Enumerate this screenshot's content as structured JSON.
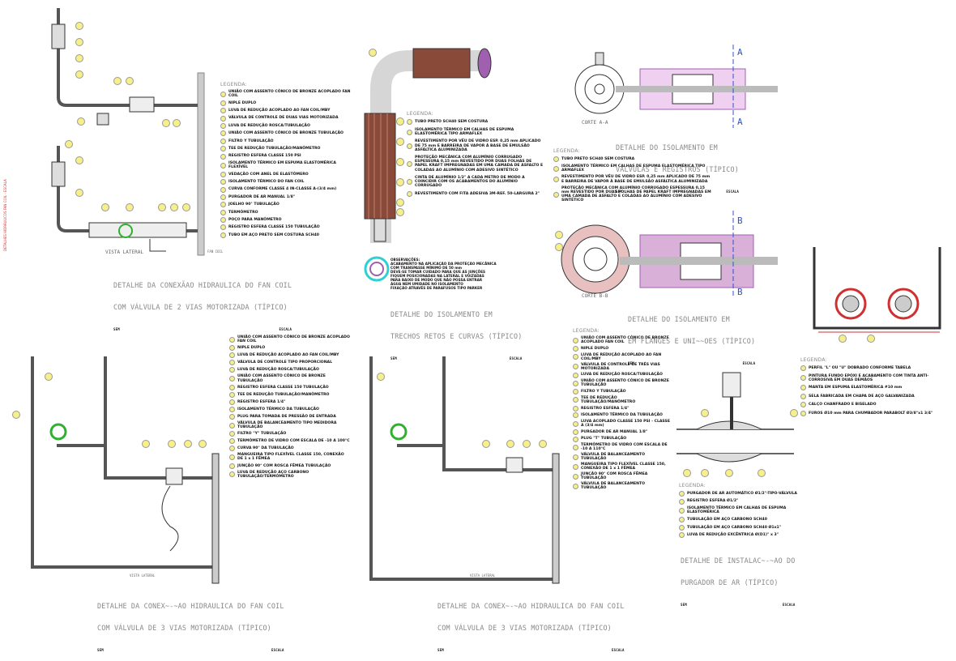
{
  "side_note": "DETALHES HIDRÁULICOS FAN COIL - ESCALA",
  "labels": {
    "vista_lateral": "VISTA LATERAL",
    "fan_coil": "FAN COIL",
    "corte_aa": "CORTE A-A",
    "corte_bb": "CORTE B-B",
    "section_a": "A",
    "section_b": "B"
  },
  "titles": {
    "fan2": {
      "line1": "DETALHE DA CONEXÃAO HIDRAULICA DO FAN COIL",
      "line2": "COM VÁLVULA DE 2 VIAS MOTORIZADA (TÍPICO)",
      "sem": "SEM",
      "escala": "ESCALA"
    },
    "retos": {
      "line1": "DETALHE DO ISOLAMENTO EM",
      "line2": "TRECHOS RETOS E CURVAS (TÍPICO)",
      "sem": "SEM",
      "escala": "ESCALA"
    },
    "valvulas": {
      "line1": "DETALHE DO ISOLAMENTO EM",
      "line2": "VÁLVULAS E REGISTROS (TÍPICO)",
      "sem": "SEM",
      "escala": "ESCALA"
    },
    "flanges": {
      "line1": "DETALHE DO ISOLAMENTO EM",
      "line2": "EM FLANGES E UNI~~OES (TÍPICO)",
      "sem": "SEM",
      "escala": "ESCALA"
    },
    "fan3a": {
      "line1": "DETALHE DA CONEX~-~AO HIDRAULICA DO FAN COIL",
      "line2": "COM VÁLVULA DE 3 VIAS MOTORIZADA (TÍPICO)",
      "sem": "SEM",
      "escala": "ESCALA"
    },
    "fan3b": {
      "line1": "DETALHE DA CONEX~-~AO HIDRAULICA DO FAN COIL",
      "line2": "COM VÁLVULA DE 3 VIAS MOTORIZADA (TÍPICO)",
      "sem": "SEM",
      "escala": "ESCALA"
    },
    "purgador": {
      "line1": "DETALHE DE INSTALAC~-~AO DO",
      "line2": "PURGADOR DE AR (TÍPICO)",
      "sem": "SEM",
      "escala": "ESCALA"
    }
  },
  "observacoes": "OBSERVAÇÕES:\nACABAMENTO NA APLICAÇÃO DA PROTEÇÃO MECÂNICA\nCOM TRANSPASSE MÍNIMO DE 50 mm\nDEVE-SE TOMAR CUIDADO PARA QUE AS JUNÇÕES\nFIQUEM POSICIONADAS NA LATERAL E VOLTADAS\nPARA BAIXO DE MODO QUE NÃO POSSA ENTRAR\nÁGUA NEM UMIDADE NO ISOLAMENTO\nFIXAÇÃO ATRAVÉS DE PARAFUSOS TIPO PARKER",
  "legends": {
    "fan2": {
      "header": "LEGENDA:",
      "items": [
        "UNIÃO COM ASSENTO CÔNICO DE BRONZE ACOPLADO FAN COIL",
        "NIPLE DUPLO",
        "LUVA DE REDUÇÃO ACOPLADO AO FAN COIL/MBY",
        "VÁLVULA DE CONTROLE DE DUAS VIAS MOTORIZADA",
        "LUVA DE REDUÇÃO ROSCA/TUBULAÇÃO",
        "UNIÃO COM ASSENTO CÔNICO DE BRONZE TUBULAÇÃO",
        "FILTRO Y TUBULAÇÃO",
        "TEE DE REDUÇÃO TUBULAÇÃO/MANÔMETRO",
        "REGISTRO ESFERA CLASSE 150 PSI",
        "ISOLAMENTO TÉRMICO EM ESPUMA ELASTOMÉRICA FLEXÍVEL",
        "VEDAÇÃO COM ANEL DE ELASTÔMERO",
        "ISOLAMENTO TÉRMICO DO FAN COIL",
        "CURVA CONFORME CLASSE 4 IN-CLASSE A-(3/4 mm)",
        "PURGADOR DE AR MANUAL 1/8\"",
        "JOELHO 90° TUBULAÇÃO",
        "TERMÔMETRO",
        "POÇO PARA MANÔMETRO",
        "REGISTRO ESFERA CLASSE 150 TUBULAÇÃO",
        "TUBO EM AÇO PRETO SEM COSTURA SCH40"
      ]
    },
    "retos": {
      "header": "LEGENDA:",
      "items": [
        "TUBO PRETO SCH40 SEM COSTURA",
        "ISOLAMENTO TÉRMICO EM CALHAS DE ESPUMA ELASTOMÉRICA TIPO ARMAFLEX",
        "REVESTIMENTO POR VÉU DE VIDRO ESP. 0,25 mm APLICADO DE 75 mm E BARREIRA DE VAPOR À BASE DE EMULSÃO ASFÁLTICA ALUMINIZADA",
        "PROTEÇÃO MECÂNICA COM ALUMÍNIO CORRUGADO ESPESSURA 0,15 mm REVESTIDO POR DUAS FOLHAS DE PAPEL KRAFT IMPREGNADAS EM UMA CAMADA DE ASFALTO E COLADAS AO ALUMÍNIO COM ADESIVO SINTÉTICO",
        "CINTA DE ALUMÍNIO 1/2\" A CADA METRO DE MODO A COINCIDIR COM OS ACABAMENTOS DO ALUMÍNIO CORRUGADO",
        "REVESTIMENTO COM FITA ADESIVA 3M-REF. 50-LARGURA 2\""
      ]
    },
    "valvulas": {
      "header": "LEGENDA:",
      "items": [
        "TUBO PRETO SCH40 SEM COSTURA",
        "ISOLAMENTO TÉRMICO EM CALHAS DE ESPUMA ELASTOMÉRICA TIPO ARMAFLEX",
        "REVESTIMENTO POR VÉU DE VIDRO ESP. 0,25 mm APLICADO DE 75 mm E BARREIRA DE VAPOR À BASE DE EMULSÃO ASFÁLTICA ALUMINIZADA",
        "PROTEÇÃO MECÂNICA COM ALUMÍNIO CORRUGADO ESPESSURA 0,15 mm REVESTIDO POR DUAS FOLHAS DE PAPEL KRAFT IMPREGNADAS EM UMA CAMADA DE ASFALTO E COLADAS AO ALUMÍNIO COM ADESIVO SINTÉTICO"
      ]
    },
    "suporte": {
      "header": "LEGENDA:",
      "items": [
        "PERFIL \"L\" OU \"U\" DOBRADO CONFORME TABELA",
        "PINTURA FUNDO EPÓXI E ACABAMENTO COM TINTA ANTI-CORROSIVA EM DUAS DEMÃOS",
        "MANTA EM ESPUMA ELASTOMÉRICA #10 mm",
        "SELA FABRICADA EM CHAPA DE AÇO GALVANIZADA",
        "CALÇO CHANFRADO E BISELADO",
        "FUROS Ø10 mm PARA CHUMBADOR PARABOLT Ø3/8\"x1 3/4\""
      ]
    },
    "fan3a": {
      "header": "",
      "items": [
        "UNIÃO COM ASSENTO CÔNICO DE BRONZE ACOPLADO FAN COIL",
        "NIPLE DUPLO",
        "LUVA DE REDUÇÃO ACOPLADO AO FAN COIL/MBY",
        "VÁLVULA DE CONTROLE TIPO PROPORCIONAL",
        "LUVA DE REDUÇÃO ROSCA/TUBULAÇÃO",
        "UNIÃO COM ASSENTO CÔNICO DE BRONZE TUBULAÇÃO",
        "REGISTRO ESFERA CLASSE 150 TUBULAÇÃO",
        "TEE DE REDUÇÃO TUBULAÇÃO/MANÔMETRO",
        "REGISTRO ESFERA 1/4\"",
        "ISOLAMENTO TÉRMICO DA TUBULAÇÃO",
        "PLUG PARA TOMADA DE PRESSÃO DE ENTRADA",
        "VÁLVULA DE BALANCEAMENTO TIPO MEDIDORA TUBULAÇÃO",
        "FILTRO \"Y\" TUBULAÇÃO",
        "TERMÔMETRO DE VIDRO COM ESCALA DE -10 A 100°C",
        "CURVA 90° DA TUBULAÇÃO",
        "MANGUEIRA TIPO FLEXÍVEL CLASSE 150, CONEXÃO DE 1 x 1 FÊMEA",
        "JUNÇÃO 90° COM ROSCA FÊMEA TUBULAÇÃO",
        "LUVA DE REDUÇÃO AÇO CARBONO TUBULAÇÃO/TERMÔMETRO"
      ]
    },
    "fan3b": {
      "header": "LEGENDA:",
      "items": [
        "UNIÃO COM ASSENTO CÔNICO DE BRONZE ACOPLADO FAN COIL",
        "NIPLE DUPLO",
        "LUVA DE REDUÇÃO ACOPLADO AO FAN COIL/MBY",
        "VÁLVULA DE CONTROLE DE TRÊS VIAS MOTORIZADA",
        "LUVA DE REDUÇÃO ROSCA/TUBULAÇÃO",
        "UNIÃO COM ASSENTO CÔNICO DE BRONZE TUBULAÇÃO",
        "FILTRO Y TUBULAÇÃO",
        "TEE DE REDUÇÃO TUBULAÇÃO/MANÔMETRO",
        "REGISTRO ESFERA 1/4\"",
        "ISOLAMENTO TÉRMICO DA TUBULAÇÃO",
        "LUVA ACOPLADO CLASSE 150 PSI - CLASSE A (3/4 mm)",
        "PURGADOR DE AR MANUAL 1/8\"",
        "PLUG \"T\" TUBULAÇÃO",
        "TERMÔMETRO DE VIDRO COM ESCALA DE -10 A 110°C",
        "VÁLVULA DE BALANCEAMENTO TUBULAÇÃO",
        "MANGUEIRA TIPO FLEXÍVEL CLASSE 150, CONEXÃO DE 1 x 1 FÊMEA",
        "JUNÇÃO 90° COM ROSCA FÊMEA TUBULAÇÃO",
        "VÁLVULA DE BALANCEAMENTO TUBULAÇÃO"
      ]
    },
    "purgador": {
      "header": "LEGENDA:",
      "items": [
        "PURGADOR DE AR AUTOMÁTICO Ø1/2\"-TIPO-VÁLVULA",
        "REGISTRO ESFERA Ø1/2\"",
        "ISOLAMENTO TÉRMICO EM CALHAS DE ESPUMA ELASTOMÉRICA",
        "TUBULAÇÃO EM AÇO CARBONO SCH40",
        "TUBULAÇÃO EM AÇO CARBONO SCH40 Ø1x1\"",
        "LUVA DE REDUÇÃO EXCÊNTRICA Ø(D1)\" x 3\""
      ]
    }
  },
  "colors": {
    "line": "#222222",
    "callout": "#f6ef8a",
    "insulation": "#8a4a3a",
    "cyan": "#30d0d0",
    "magenta": "#a060b0",
    "green": "#30b030",
    "red": "#d03030"
  }
}
